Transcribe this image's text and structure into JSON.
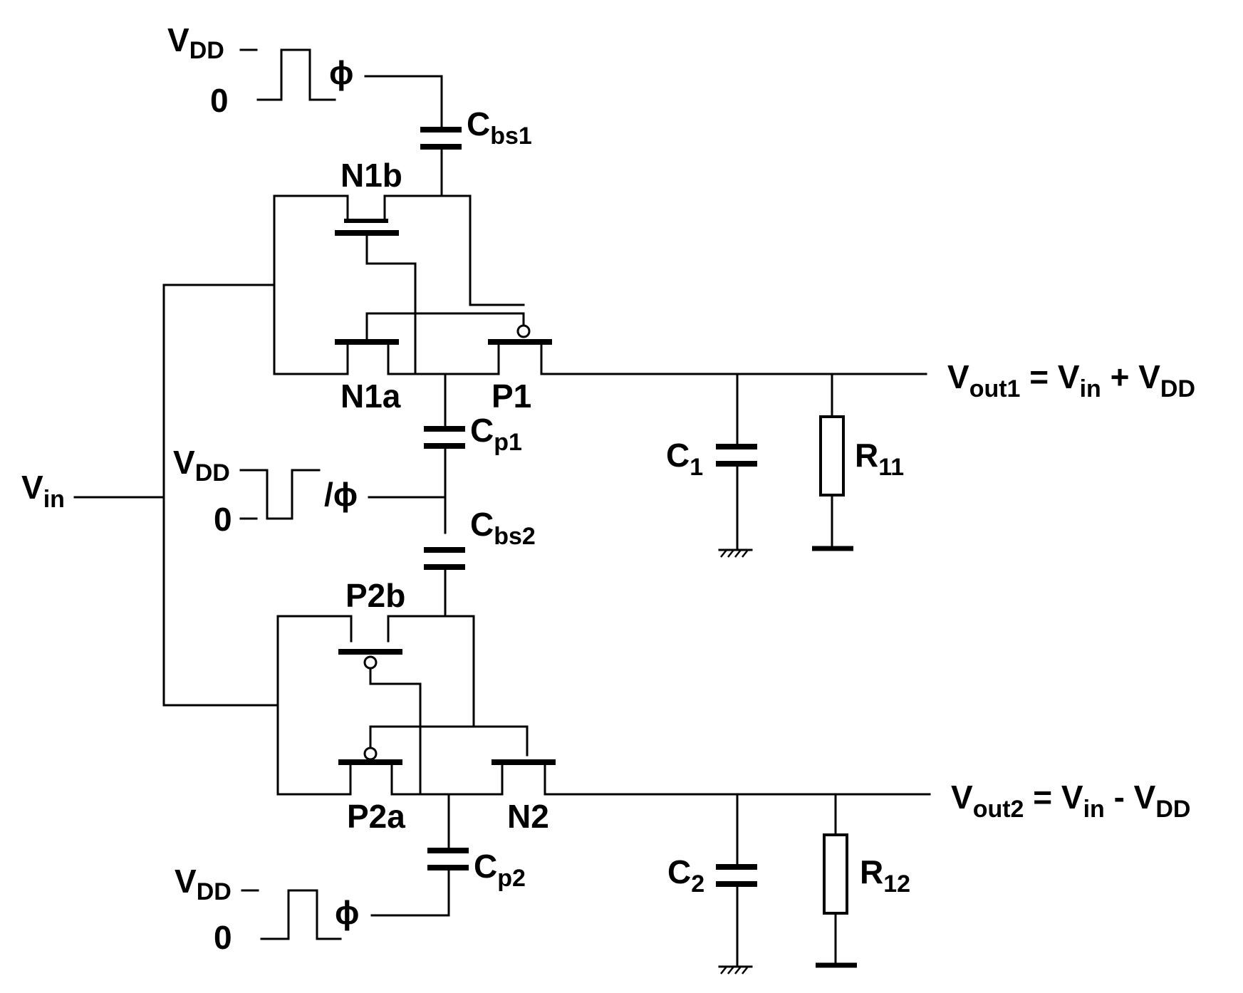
{
  "clocks": {
    "top": {
      "high": "V",
      "high_sub": "DD",
      "low": "0",
      "signal": "ϕ"
    },
    "middle": {
      "high": "V",
      "high_sub": "DD",
      "low": "0",
      "signal": "/ϕ"
    },
    "bottom": {
      "high": "V",
      "high_sub": "DD",
      "low": "0",
      "signal": "ϕ"
    }
  },
  "capacitors": {
    "cbs1": {
      "main": "C",
      "sub": "bs1"
    },
    "cp1": {
      "main": "C",
      "sub": "p1"
    },
    "cbs2": {
      "main": "C",
      "sub": "bs2"
    },
    "cp2": {
      "main": "C",
      "sub": "p2"
    },
    "c1": {
      "main": "C",
      "sub": "1"
    },
    "c2": {
      "main": "C",
      "sub": "2"
    }
  },
  "resistors": {
    "r11": {
      "main": "R",
      "sub": "11"
    },
    "r12": {
      "main": "R",
      "sub": "12"
    }
  },
  "transistors": {
    "n1b": "N1b",
    "n1a": "N1a",
    "p1": "P1",
    "p2b": "P2b",
    "p2a": "P2a",
    "n2": "N2"
  },
  "input": {
    "main": "V",
    "sub": "in"
  },
  "outputs": {
    "vout1": {
      "v": "V",
      "out_sub": "out1",
      "eq": " = V",
      "in_sub": "in",
      "op": " + V",
      "dd_sub": "DD"
    },
    "vout2": {
      "v": "V",
      "out_sub": "out2",
      "eq": " = V",
      "in_sub": "in",
      "op": " - V",
      "dd_sub": "DD"
    }
  }
}
